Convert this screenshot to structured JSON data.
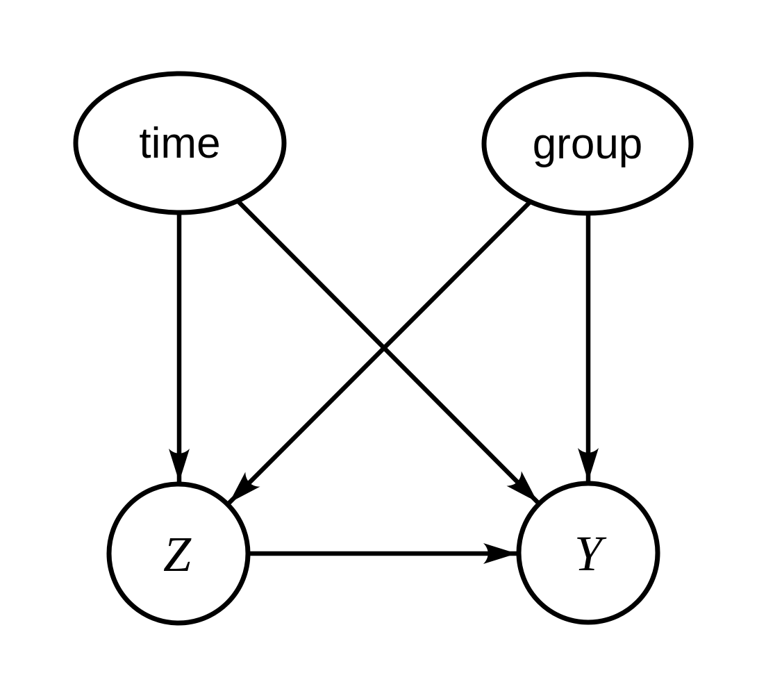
{
  "page": {
    "background_color": "#ffffff"
  },
  "diagram": {
    "type": "directed-acyclic-graph",
    "stroke_color": "#000000",
    "node_fill_color": "#ffffff",
    "nodes": [
      {
        "id": "time",
        "label": "time",
        "shape": "ellipse",
        "position": "top-left",
        "text_style": "sans"
      },
      {
        "id": "group",
        "label": "group",
        "shape": "ellipse",
        "position": "top-right",
        "text_style": "sans"
      },
      {
        "id": "Z",
        "label": "Z",
        "shape": "circle",
        "position": "bottom-left",
        "text_style": "math-italic"
      },
      {
        "id": "Y",
        "label": "Y",
        "shape": "circle",
        "position": "bottom-right",
        "text_style": "math-italic"
      }
    ],
    "edges": [
      {
        "from": "time",
        "to": "Z"
      },
      {
        "from": "time",
        "to": "Y"
      },
      {
        "from": "group",
        "to": "Z"
      },
      {
        "from": "group",
        "to": "Y"
      },
      {
        "from": "Z",
        "to": "Y"
      }
    ]
  }
}
